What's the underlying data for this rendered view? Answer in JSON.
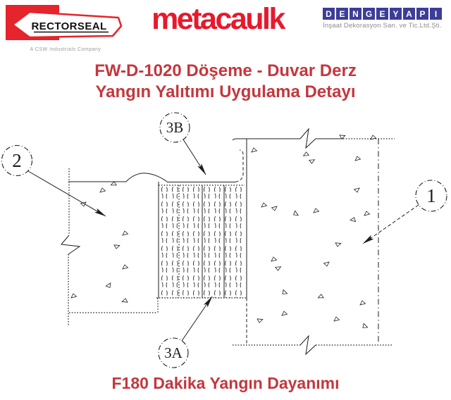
{
  "header": {
    "rectorseal": {
      "name": "RECTORSEAL",
      "tagline": "A CSW Industrials Company"
    },
    "metacaulk": {
      "name": "metacaulk"
    },
    "dengeyapi": {
      "letters": [
        "D",
        "E",
        "N",
        "G",
        "E",
        "Y",
        "A",
        "P",
        "I"
      ],
      "subtitle": "İnşaat Dekorasyon San. ve Tic.Ltd.Şti."
    }
  },
  "title": {
    "line1": "FW-D-1020 Döşeme - Duvar Derz",
    "line2": "Yangın Yalıtımı Uygulama Detayı"
  },
  "footer": {
    "text": "F180 Dakika Yangın Dayanımı"
  },
  "diagram": {
    "type": "fire-insulation joint construction detail",
    "parts": [
      "floor-slab",
      "wall",
      "mineral-wool-joint-fill",
      "sealant-bead"
    ],
    "callouts": [
      {
        "label": "2"
      },
      {
        "label": "3B"
      },
      {
        "label": "3A"
      },
      {
        "label": "1"
      }
    ]
  },
  "colors": {
    "title_red": "#c4373d",
    "metacaulk_red": "#e8192c",
    "rectorseal_red": "#e5242b",
    "dengeyapi_blue": "#3d3d99",
    "line_color": "#1d1d1d"
  }
}
